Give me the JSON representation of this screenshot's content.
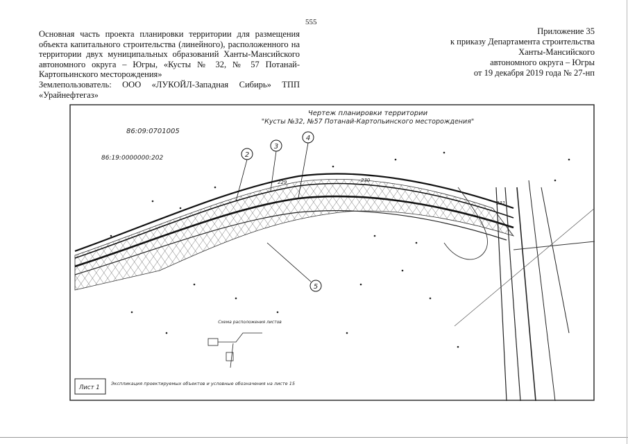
{
  "page_number": "555",
  "left_header": {
    "text": "Основная часть проекта планировки территории для размещения объекта капитального строительства (линейного), расположенного на территории двух муниципальных образований Ханты-Мансийского автономного округа – Югры, «Кусты № 32, № 57 Потанай-Картопьинского месторождения»",
    "land_user": "Землепользователь: ООО «ЛУКОЙЛ-Западная Сибирь» ТПП «Урайнефтегаз»"
  },
  "right_header": {
    "line1": "Приложение 35",
    "line2": "к приказу Департамента строительства",
    "line3": "Ханты-Мансийского",
    "line4": "автономного округа – Югры",
    "line5": "от 19 декабря 2019 года № 27-нп"
  },
  "drawing": {
    "title": "Чертеж планировки территории",
    "subtitle": "\"Кусты №32, №57 Потанай-Картопьинского месторождения\"",
    "cadastral_1": "86:09:0701005",
    "cadastral_2": "86:19:0000000:202",
    "callouts": [
      "2",
      "3",
      "4",
      "5"
    ],
    "pickets": [
      "229",
      "230",
      "231"
    ],
    "scheme_label": "Схема расположения листов",
    "sheet_label": "Лист 1",
    "legend_note": "Экспликация проектируемых объектов и условные обозначения на листе 15"
  }
}
